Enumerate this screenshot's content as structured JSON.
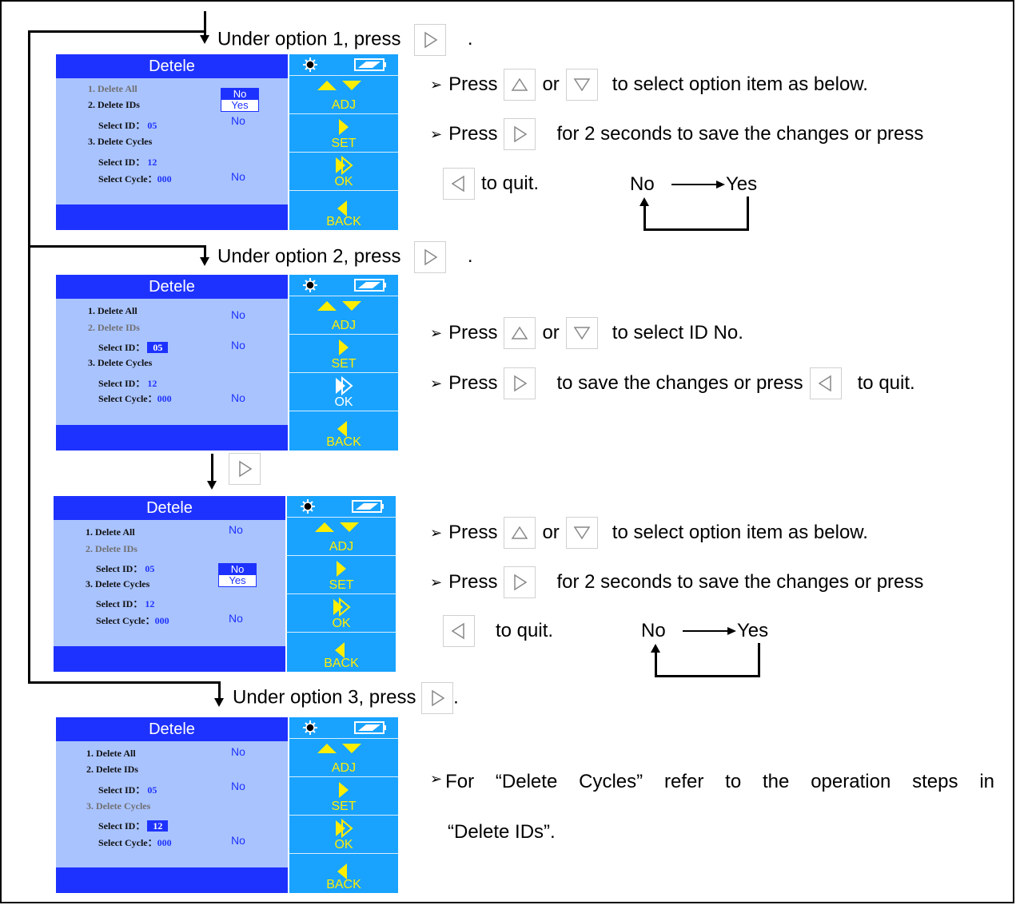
{
  "captions": {
    "opt1": "Under option 1, press",
    "opt2": "Under option 2, press",
    "opt3": "Under option 3, press",
    "dot": "."
  },
  "screen": {
    "title": "Detele",
    "delete_all": "1. Delete All",
    "delete_ids": "2. Delete IDs",
    "select_id_label": "Select ID：",
    "delete_cycles": "3. Delete Cycles",
    "select_id_label2": "Select ID：",
    "select_cycle_label": "Select  Cycle：",
    "id_value": "05",
    "id_value2": "12",
    "cycle_value": "000",
    "no": "No",
    "yes": "Yes",
    "btn_adj": "ADJ",
    "btn_set": "SET",
    "btn_ok": "OK",
    "btn_back": "BACK"
  },
  "instructions": {
    "bullet": "➢",
    "press": "Press",
    "or": "or",
    "select_option": "to select option item as below.",
    "hold_save": "for 2 seconds to save the changes or press",
    "to_quit": "to quit.",
    "select_id_no": "to select ID No.",
    "save_changes": "to save the changes or press",
    "to_quit2": "to quit.",
    "cycle_no": "No",
    "cycle_yes": "Yes",
    "delete_cycles_p1": "For “Delete Cycles” refer to the operation steps in",
    "delete_cycles_p2": "“Delete IDs”."
  },
  "icons": [
    "right-key-icon",
    "up-key-icon",
    "down-key-icon",
    "left-key-icon",
    "sun-icon",
    "battery-icon"
  ]
}
